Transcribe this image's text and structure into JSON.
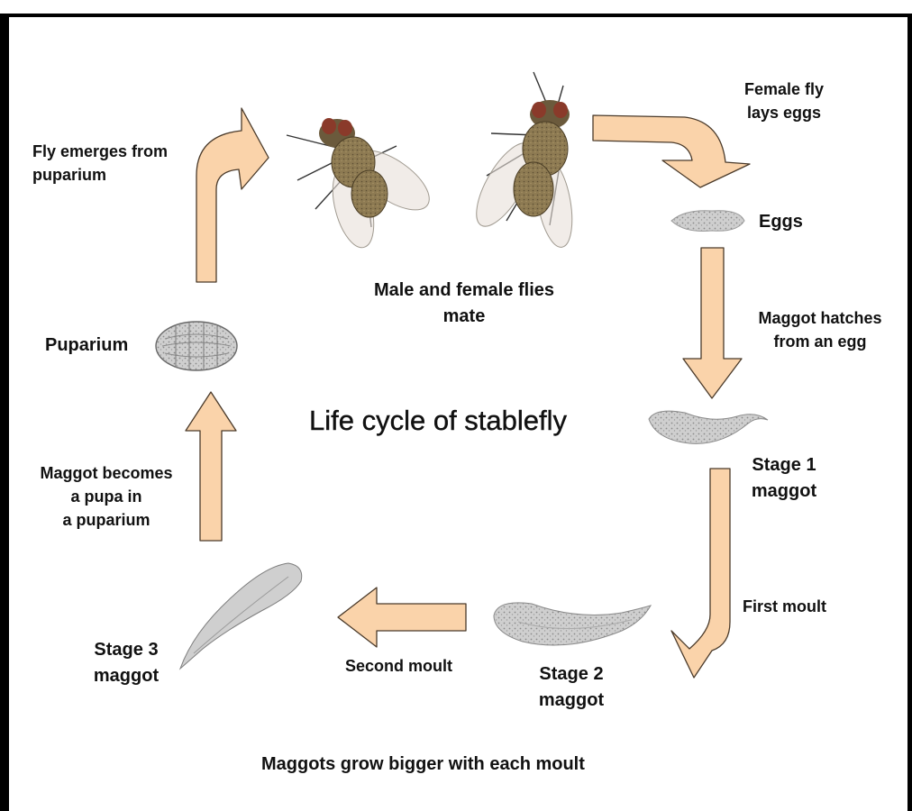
{
  "diagram": {
    "title": "Life cycle of stablefly",
    "caption": "Maggots grow bigger with each moult",
    "labels": {
      "mate": [
        "Male and female flies",
        "mate"
      ],
      "lays_eggs": [
        "Female fly",
        "lays eggs"
      ],
      "eggs": "Eggs",
      "hatches": [
        "Maggot hatches",
        "from an egg"
      ],
      "stage1": [
        "Stage 1",
        "maggot"
      ],
      "first_moult": "First moult",
      "stage2": [
        "Stage 2",
        "maggot"
      ],
      "second_moult": "Second moult",
      "stage3": [
        "Stage 3",
        "maggot"
      ],
      "becomes_pupa": [
        "Maggot becomes",
        "a pupa in",
        "a puparium"
      ],
      "puparium": "Puparium",
      "emerges": [
        "Fly emerges from",
        "puparium"
      ]
    },
    "colors": {
      "arrow_fill": "#FAD3AA",
      "arrow_stroke": "#4A3A2A",
      "maggot_fill": "#C9C9C9",
      "fly_body": "#7A6B4A",
      "frame": "#000000"
    }
  }
}
